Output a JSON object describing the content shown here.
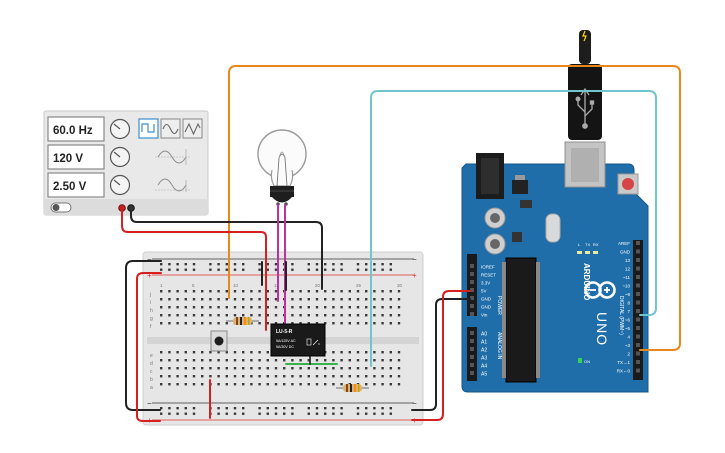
{
  "function_generator": {
    "frequency": "60.0 Hz",
    "amplitude": "120 V",
    "dc_offset": "2.50 V",
    "waveforms": [
      "square-wave-icon",
      "sine-wave-icon",
      "triangle-wave-icon"
    ]
  },
  "relay": {
    "line1": "LU-5-R",
    "line2": "5A/125V AC",
    "line3": "5A/30V DC"
  },
  "arduino": {
    "brand": "ARDUINO",
    "model": "UNO",
    "power_header": [
      "IOREF",
      "RESET",
      "3.3V",
      "5V",
      "GND",
      "GND",
      "Vin"
    ],
    "analog_header": [
      "A0",
      "A1",
      "A2",
      "A3",
      "A4",
      "A5"
    ],
    "power_label": "POWER",
    "analog_label": "ANALOG IN",
    "digital_header": [
      "AREF",
      "GND",
      "13",
      "12",
      "~11",
      "~10",
      "~9",
      "8",
      "7",
      "~6",
      "~5",
      "4",
      "~3",
      "2",
      "TX→1",
      "RX←0"
    ],
    "digital_label": "DIGITAL (PWM~)",
    "led_labels": [
      "L",
      "TX",
      "RX"
    ],
    "on_label": "ON"
  },
  "breadboard": {
    "row_letters_top": [
      "j",
      "i",
      "h",
      "g",
      "f"
    ],
    "row_letters_bottom": [
      "e",
      "d",
      "c",
      "b",
      "a"
    ],
    "column_numbers": [
      "1",
      "5",
      "10",
      "15",
      "20",
      "25",
      "30"
    ]
  },
  "colors": {
    "wire_orange": "#e8881a",
    "wire_cyan": "#70c6cc",
    "wire_red": "#d62020",
    "wire_black": "#222222",
    "wire_magenta": "#c030a0",
    "wire_green": "#37b24d",
    "arduino_blue": "#1f6ea9",
    "breadboard": "#e6e6e6"
  }
}
